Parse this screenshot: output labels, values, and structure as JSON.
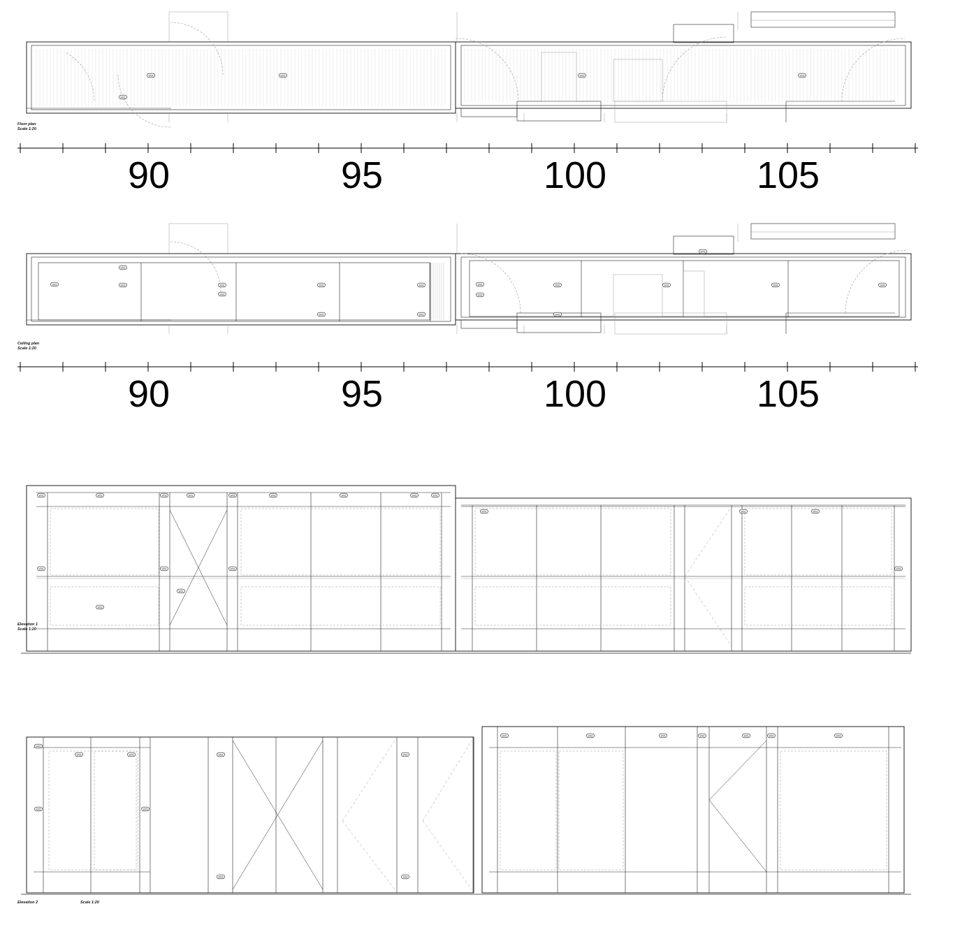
{
  "floor_plan": {
    "caption": "Floor plan",
    "scale": "Scale 1:20",
    "labels": [
      "W01",
      "W02",
      "W03",
      "W03",
      "W01"
    ]
  },
  "ceiling_plan": {
    "caption": "Ceiling plan",
    "scale": "Scale 1:20",
    "labels": [
      "W02",
      "W02",
      "W02",
      "W01",
      "W02",
      "W02",
      "W02",
      "W02",
      "W02",
      "W02",
      "W02",
      "W02",
      "W04",
      "W04",
      "W01",
      "W02",
      "W03"
    ]
  },
  "ruler": {
    "ticks_labelled": [
      "90",
      "95",
      "100",
      "105"
    ]
  },
  "elevation_1": {
    "caption": "Elevation 1",
    "scale": "Scale 1:20",
    "labels": [
      "W02",
      "W02",
      "W03",
      "W01",
      "W02",
      "W03",
      "W03",
      "W02",
      "W01",
      "W02",
      "W02",
      "W03",
      "W03",
      "W01",
      "W01",
      "W01",
      "W02",
      "W03"
    ]
  },
  "elevation_2": {
    "caption": "Elevation 2",
    "scale": "Scale 1:20",
    "labels": [
      "W02",
      "W03",
      "W02",
      "W02",
      "W03",
      "W02",
      "W03",
      "W02",
      "W02",
      "W01",
      "W02",
      "W01",
      "W02",
      "W02",
      "W01",
      "W03"
    ]
  },
  "colors": {
    "ink": "#222222",
    "faint": "#9a9a9a"
  }
}
